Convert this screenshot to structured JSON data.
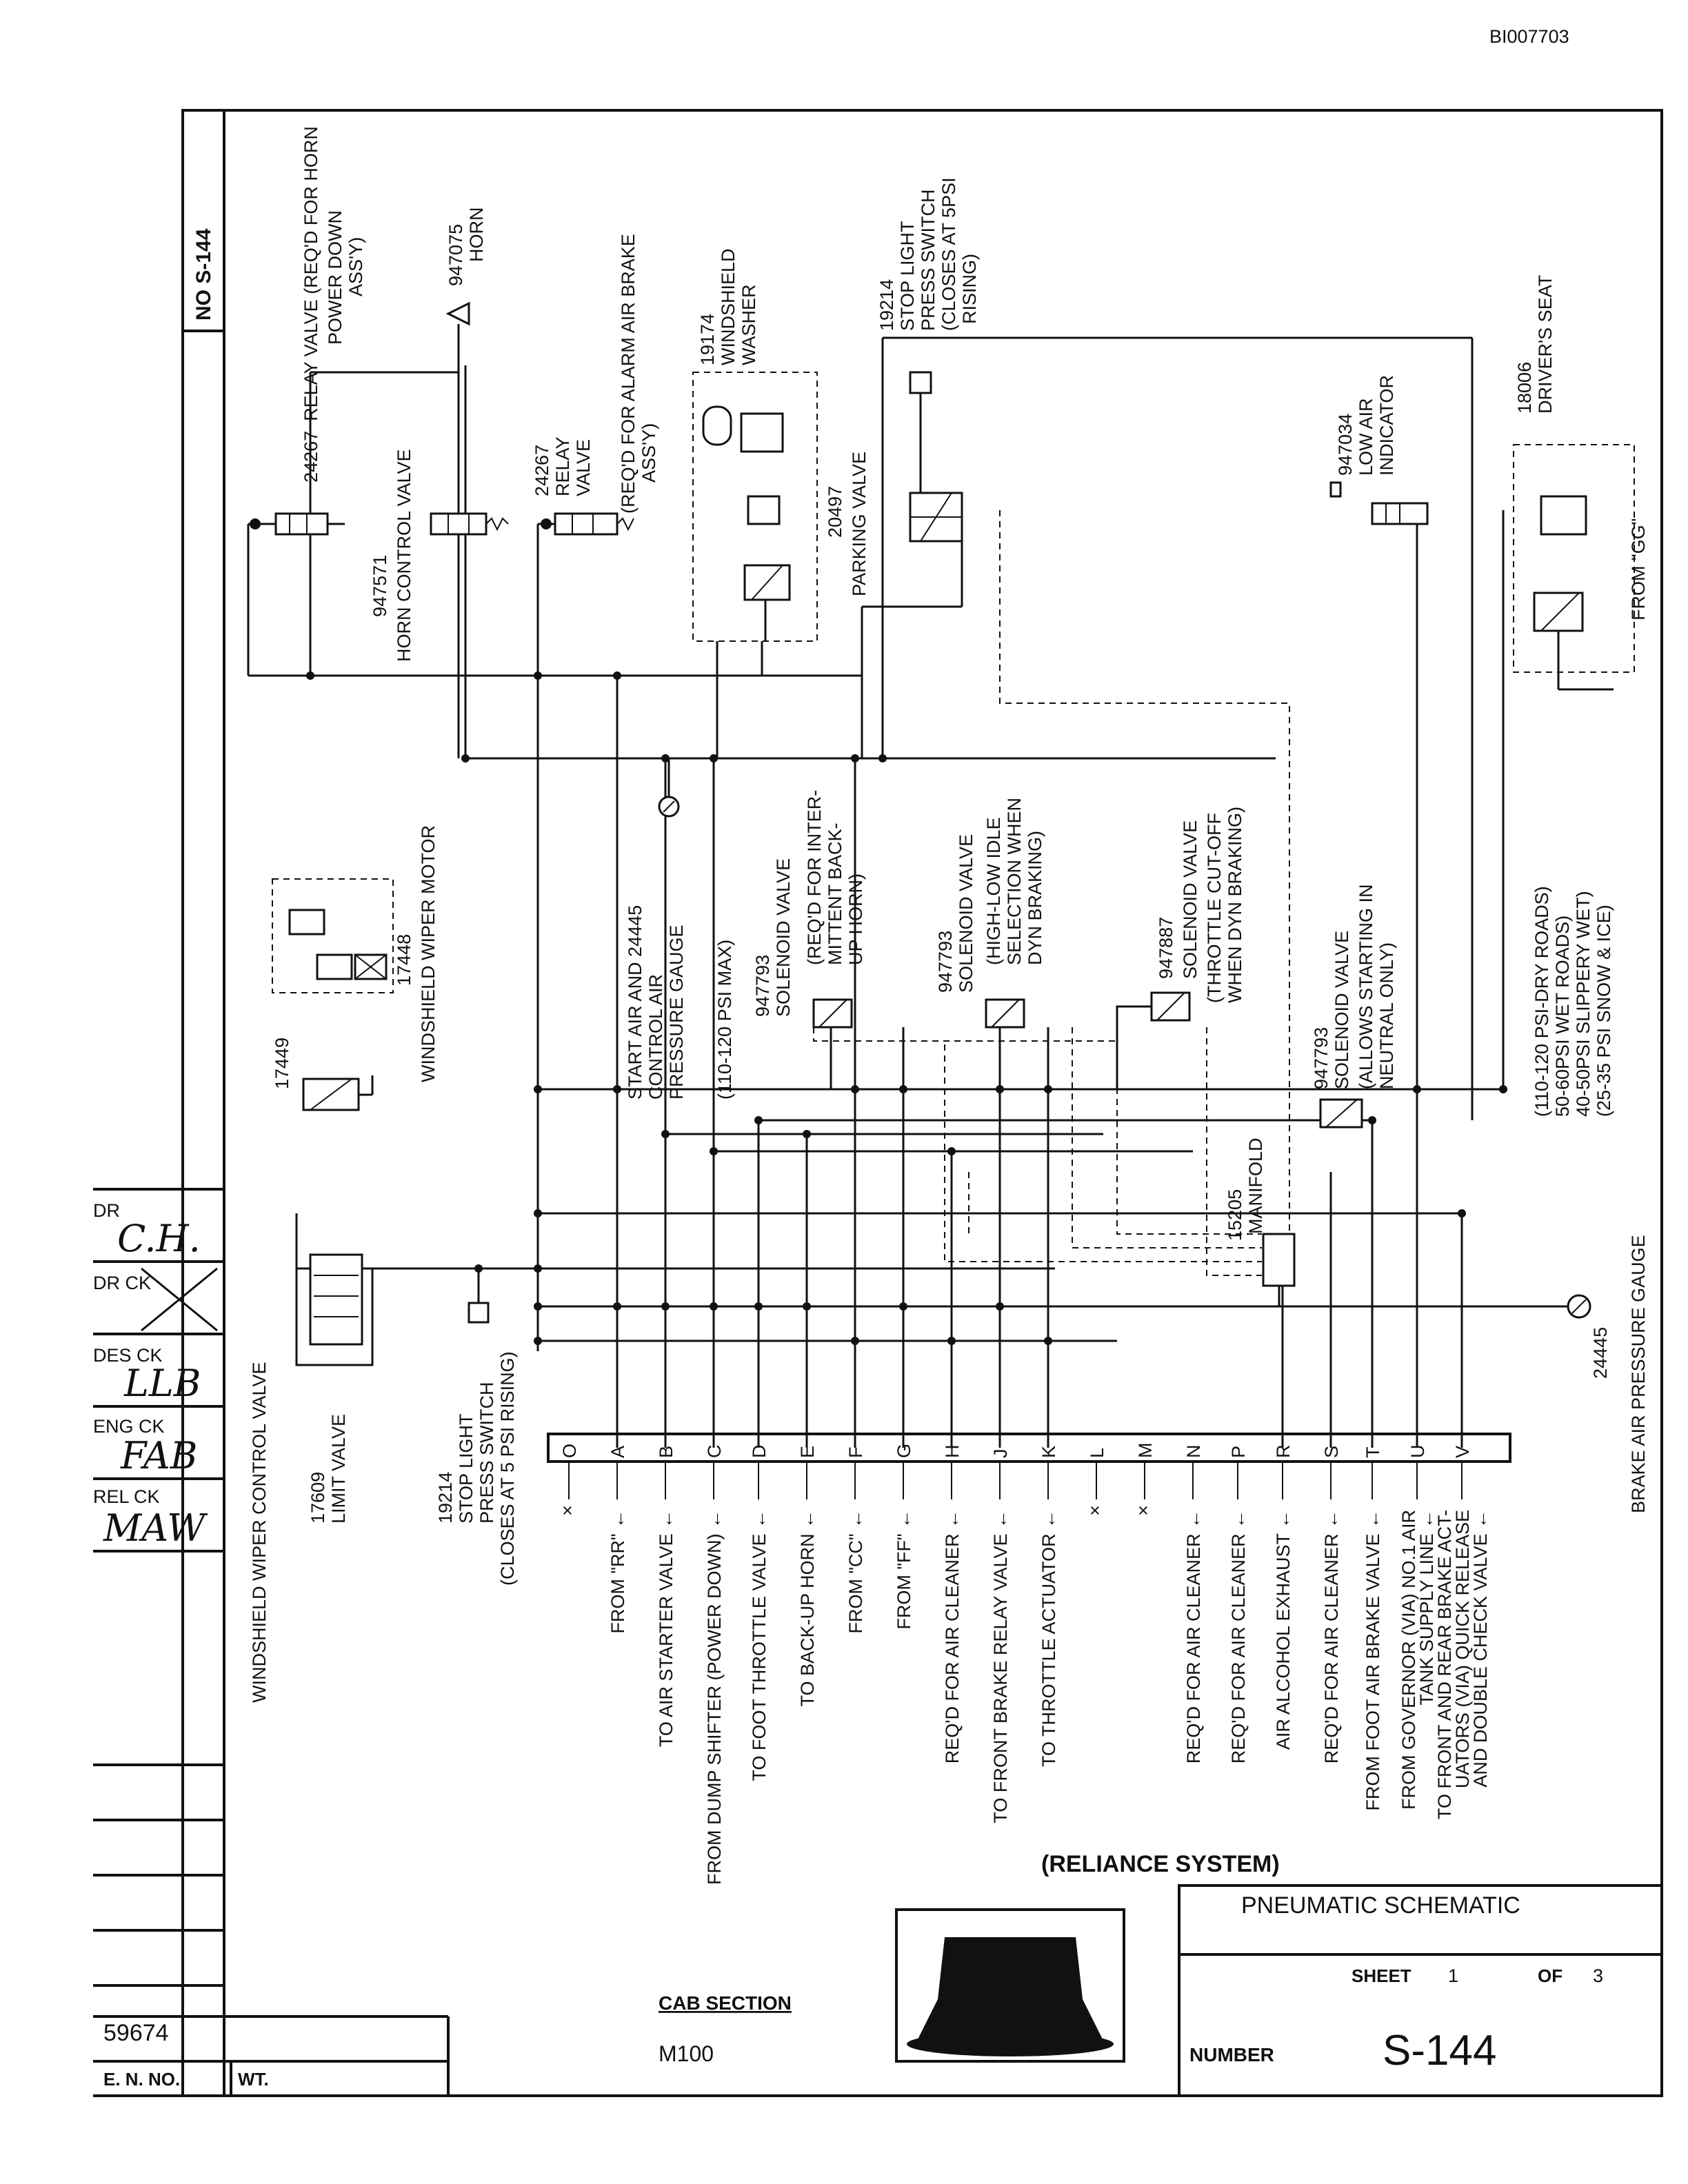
{
  "doc_id": "BI007703",
  "drawing_no_label": "NO S-144",
  "title": "PNEUMATIC SCHEMATIC",
  "system": "(RELIANCE SYSTEM)",
  "section": "CAB SECTION",
  "model": "M100",
  "sheet_label": "SHEET",
  "sheet_no": "1",
  "of_label": "OF",
  "sheet_total": "3",
  "number_label": "NUMBER",
  "number": "S-144",
  "en_no": "59674",
  "en_no_label": "E. N. NO.",
  "wt_label": "WT.",
  "signoffs": [
    {
      "label": "DR",
      "initials": "C.H."
    },
    {
      "label": "DR CK",
      "initials": ""
    },
    {
      "label": "DES CK",
      "initials": "LLB"
    },
    {
      "label": "ENG CK",
      "initials": "FAB"
    },
    {
      "label": "REL CK",
      "initials": "MAW"
    }
  ],
  "components": {
    "relay_valve_horn": [
      "24267",
      "RELAY VALVE (REQ'D FOR HORN",
      "POWER DOWN",
      "ASS'Y)"
    ],
    "horn": [
      "947075",
      "HORN"
    ],
    "horn_control_valve": [
      "947571",
      "HORN CONTROL VALVE"
    ],
    "relay_valve_alarm": [
      "24267",
      "RELAY",
      "VALVE",
      "(REQ'D FOR ALARM AIR BRAKE",
      "ASS'Y)"
    ],
    "windshield_washer": [
      "19174",
      "WINDSHIELD",
      "WASHER"
    ],
    "parking_valve": [
      "20497",
      "PARKING VALVE"
    ],
    "stop_light_top": [
      "19214",
      "STOP LIGHT",
      "PRESS SWITCH",
      "(CLOSES AT 5PSI",
      "RISING)"
    ],
    "low_air": [
      "947034",
      "LOW AIR",
      "INDICATOR"
    ],
    "drivers_seat": [
      "18006",
      "DRIVER'S SEAT"
    ],
    "from_gg": "FROM \"GG\"",
    "wiper_motor": [
      "17448",
      "WINDSHIELD WIPER MOTOR"
    ],
    "wiper_valve_no": "17449",
    "start_air": [
      "START AIR AND  24445",
      "CONTROL AIR",
      "PRESSURE GAUGE",
      "(110-120 PSI MAX)"
    ],
    "sol_backup_horn": [
      "947793",
      "SOLENOID VALVE",
      "(REQ'D FOR INTER-",
      "MITTENT BACK-",
      "UP HORN)"
    ],
    "sol_high_low": [
      "947793",
      "SOLENOID VALVE",
      "(HIGH-LOW IDLE",
      "SELECTION WHEN",
      "DYN BRAKING)"
    ],
    "sol_throttle": [
      "947887",
      "SOLENOID VALVE",
      "(THROTTLE CUT-OFF",
      "WHEN DYN BRAKING)"
    ],
    "sol_neutral": [
      "947793",
      "SOLENOID VALVE",
      "(ALLOWS STARTING IN",
      "NEUTRAL ONLY)"
    ],
    "manifold": [
      "15205",
      "MANIFOLD"
    ],
    "brake_ranges": [
      "(110-120 PSI-DRY ROADS)",
      "50-60PSI WET ROADS)",
      "40-50PSI SLIPPERY WET)",
      "(25-35 PSI SNOW & ICE)"
    ],
    "brake_gauge": [
      "24445",
      "BRAKE AIR PRESSURE GAUGE"
    ],
    "wiper_control": "WINDSHIELD WIPER CONTROL VALVE",
    "limit_valve": [
      "17609",
      "LIMIT VALVE"
    ],
    "stop_light_bottom": [
      "19214",
      "STOP LIGHT",
      "PRESS SWITCH",
      "(CLOSES AT 5 PSI RISING)"
    ]
  },
  "ports": [
    {
      "letter": "O",
      "desc": "",
      "x": true
    },
    {
      "letter": "A",
      "desc": "FROM \"RR\""
    },
    {
      "letter": "B",
      "desc": "TO AIR STARTER VALVE"
    },
    {
      "letter": "C",
      "desc": "FROM DUMP SHIFTER (POWER DOWN)"
    },
    {
      "letter": "D",
      "desc": "TO FOOT THROTTLE VALVE"
    },
    {
      "letter": "E",
      "desc": "TO BACK-UP HORN"
    },
    {
      "letter": "F",
      "desc": "FROM \"CC\""
    },
    {
      "letter": "G",
      "desc": "FROM \"FF\""
    },
    {
      "letter": "H",
      "desc": "REQ'D FOR AIR CLEANER"
    },
    {
      "letter": "J",
      "desc": "TO FRONT BRAKE RELAY VALVE"
    },
    {
      "letter": "K",
      "desc": "TO THROTTLE ACTUATOR"
    },
    {
      "letter": "L",
      "desc": "",
      "x": true
    },
    {
      "letter": "M",
      "desc": "",
      "x": true
    },
    {
      "letter": "N",
      "desc": "REQ'D FOR AIR CLEANER"
    },
    {
      "letter": "P",
      "desc": "REQ'D FOR AIR CLEANER"
    },
    {
      "letter": "R",
      "desc": "AIR ALCOHOL EXHAUST"
    },
    {
      "letter": "S",
      "desc": "REQ'D FOR AIR CLEANER"
    },
    {
      "letter": "T",
      "desc": "FROM FOOT AIR BRAKE VALVE"
    },
    {
      "letter": "U",
      "desc": "FROM GOVERNOR (VIA) NO.1 AIR|TANK SUPPLY LINE"
    },
    {
      "letter": "V",
      "desc": "TO FRONT AND REAR BRAKE ACT-|UATORS (VIA) QUICK RELEASE|AND DOUBLE CHECK VALVE"
    }
  ]
}
